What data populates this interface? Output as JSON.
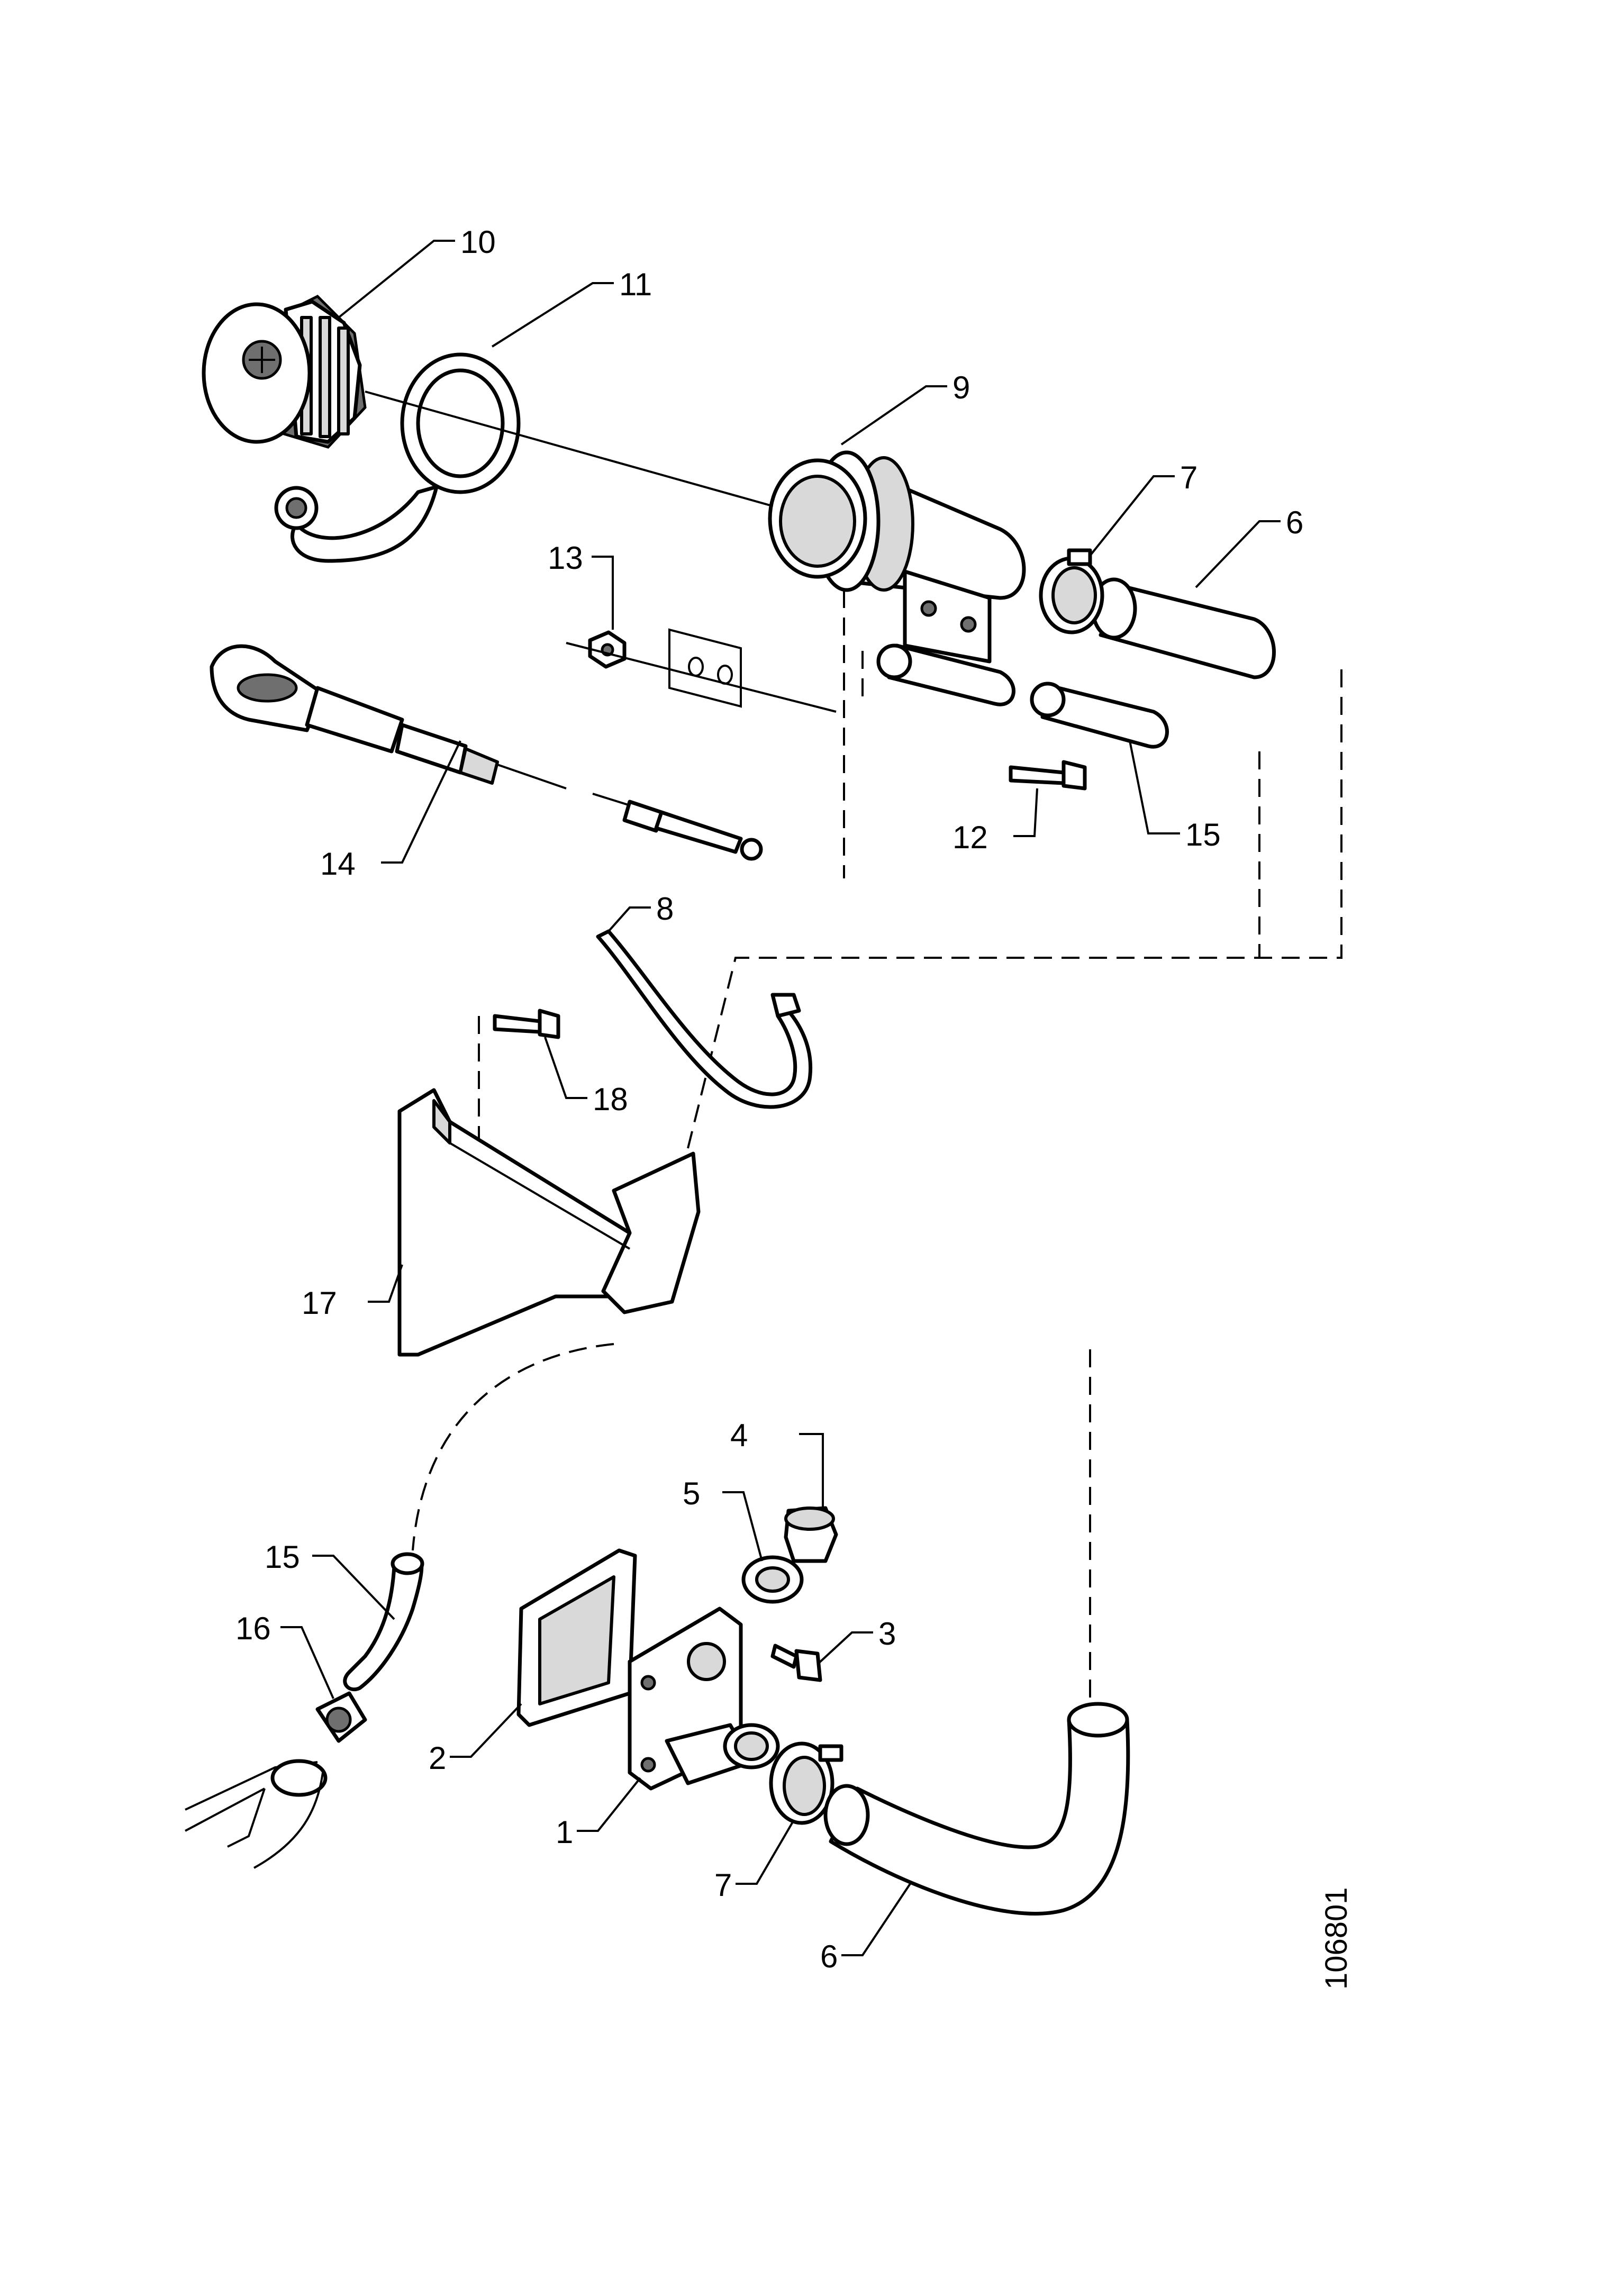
{
  "labels": {
    "l1": "1",
    "l2": "2",
    "l3": "3",
    "l4": "4",
    "l5": "5",
    "l6_top": "6",
    "l6_bottom": "6",
    "l7_top": "7",
    "l7_bottom": "7",
    "l8": "8",
    "l9": "9",
    "l10": "10",
    "l11": "11",
    "l12": "12",
    "l13": "13",
    "l14": "14",
    "l15_top": "15",
    "l15_bottom": "15",
    "l16": "16",
    "l17": "17",
    "l18": "18"
  },
  "figure_number": "106801"
}
